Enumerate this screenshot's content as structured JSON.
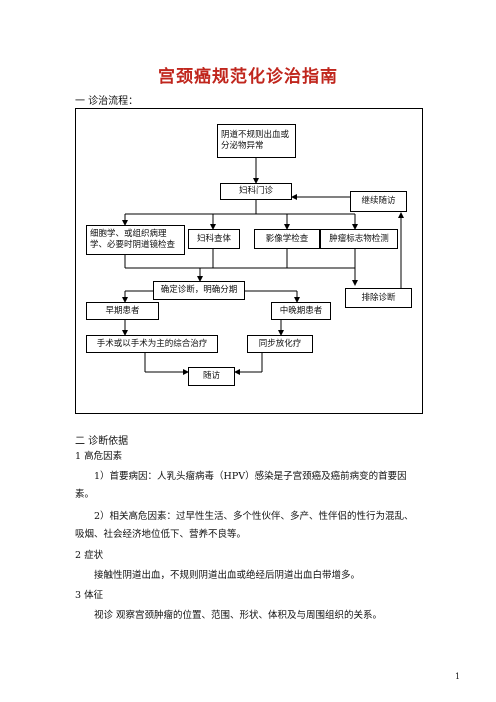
{
  "doc": {
    "title": "宫颈癌规范化诊治指南",
    "section1_heading": "一  诊治流程：",
    "section2_heading": "二  诊断依据",
    "item1_heading": "1  高危因素",
    "item1_p1": "1）首要病因：人乳头瘤病毒（HPV）感染是子宫颈癌及癌前病变的首要因",
    "item1_p1_cont": "素。",
    "item1_p2": "2）相关高危因素：过早性生活、多个性伙伴、多产、性伴侣的性行为混乱、",
    "item1_p2_cont": "吸烟、社会经济地位低下、营养不良等。",
    "item2_heading": "2  症状",
    "item2_text": "接触性阴道出血，不规则阴道出血或绝经后阴道出血白带增多。",
    "item3_heading": "3  体征",
    "item3_text": "视诊  观察宫颈肿瘤的位置、范围、形状、体积及与周围组织的关系。",
    "page_number": "1"
  },
  "flowchart": {
    "symptom": "阴道不规则出血或分泌物异常",
    "clinic": "妇科门诊",
    "followup_continue": "继续随访",
    "pathology": "细胞学、或组织病理学、必要时阴道镜检查",
    "gyn_exam": "妇科查体",
    "imaging": "影像学检查",
    "tumor_marker": "肿瘤标志物检测",
    "diagnosis": "确定诊断，明确分期",
    "exclude": "排除诊断",
    "early": "早期患者",
    "late": "中晚期患者",
    "surgery": "手术或以手术为主的综合治疗",
    "chemoradio": "同步放化疗",
    "followup": "随访"
  }
}
